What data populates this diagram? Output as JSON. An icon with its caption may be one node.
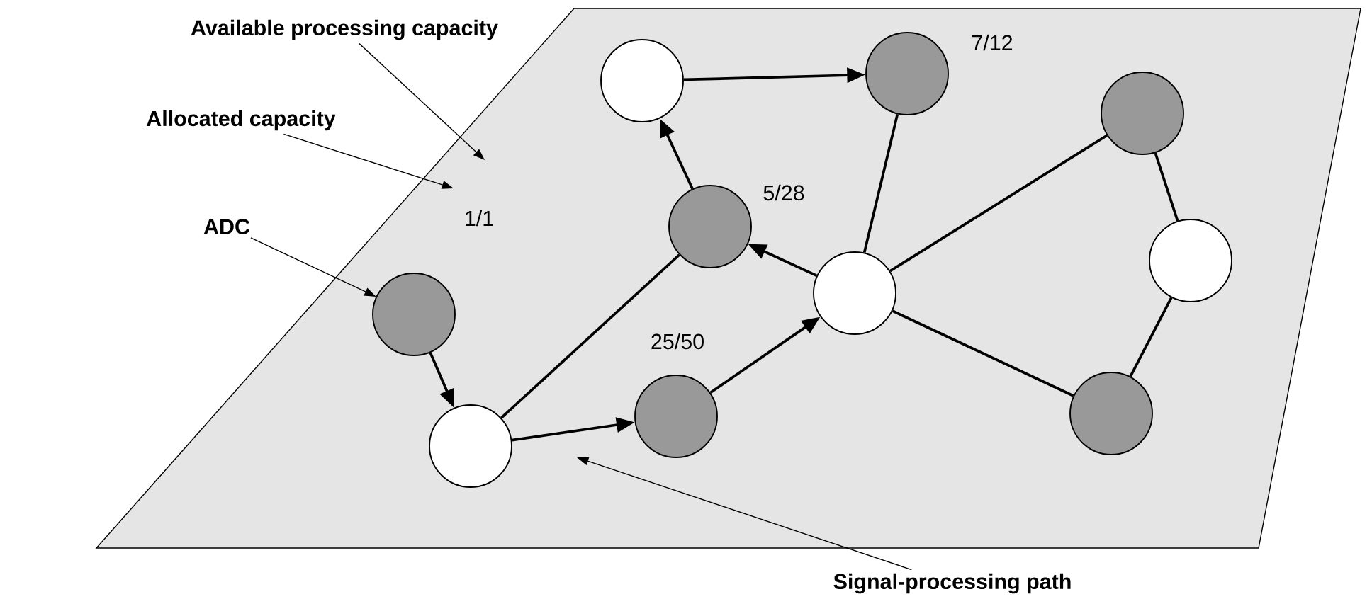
{
  "diagram": {
    "nodes": [
      {
        "text": [
          "Available processing capacity"
        ]
      },
      {
        "text": [
          "Allocated capacity"
        ]
      },
      {
        "text": [
          "ADC"
        ]
      },
      {
        "text": [
          "Signal-processing path"
        ]
      },
      {
        "text": [],
        "shape": "circle",
        "beside": [
          "1/1"
        ]
      },
      {
        "text": [],
        "shape": "circle"
      },
      {
        "text": [],
        "shape": "circle",
        "beside": [
          "25/50"
        ]
      },
      {
        "text": [],
        "shape": "circle"
      },
      {
        "text": [],
        "shape": "circle",
        "beside": [
          "5/28"
        ]
      },
      {
        "text": [],
        "shape": "circle"
      },
      {
        "text": [],
        "shape": "circle",
        "beside": [
          "7/12"
        ]
      },
      {
        "text": [],
        "shape": "circle"
      },
      {
        "text": [],
        "shape": "circle"
      },
      {
        "text": [],
        "shape": "circle"
      }
    ],
    "edges": [
      {
        "from": 0,
        "to": null,
        "arrow": "to"
      },
      {
        "from": 1,
        "to": null,
        "arrow": "to"
      },
      {
        "from": 2,
        "to": 4,
        "arrow": "to"
      },
      {
        "from": 3,
        "to": null,
        "arrow": "to"
      },
      {
        "from": 4,
        "to": 5,
        "arrow": "to"
      },
      {
        "from": 5,
        "to": 6,
        "arrow": "to"
      },
      {
        "from": 6,
        "to": 7,
        "arrow": "to"
      },
      {
        "from": 7,
        "to": 8,
        "arrow": "to"
      },
      {
        "from": 8,
        "to": 9,
        "arrow": "to"
      },
      {
        "from": 9,
        "to": 10,
        "arrow": "to"
      },
      {
        "from": 5,
        "to": 8,
        "arrow": "none"
      },
      {
        "from": 7,
        "to": 10,
        "arrow": "none"
      },
      {
        "from": 7,
        "to": 11,
        "arrow": "none"
      },
      {
        "from": 7,
        "to": 13,
        "arrow": "none"
      },
      {
        "from": 11,
        "to": 12,
        "arrow": "none"
      },
      {
        "from": 12,
        "to": 13,
        "arrow": "none"
      }
    ]
  }
}
